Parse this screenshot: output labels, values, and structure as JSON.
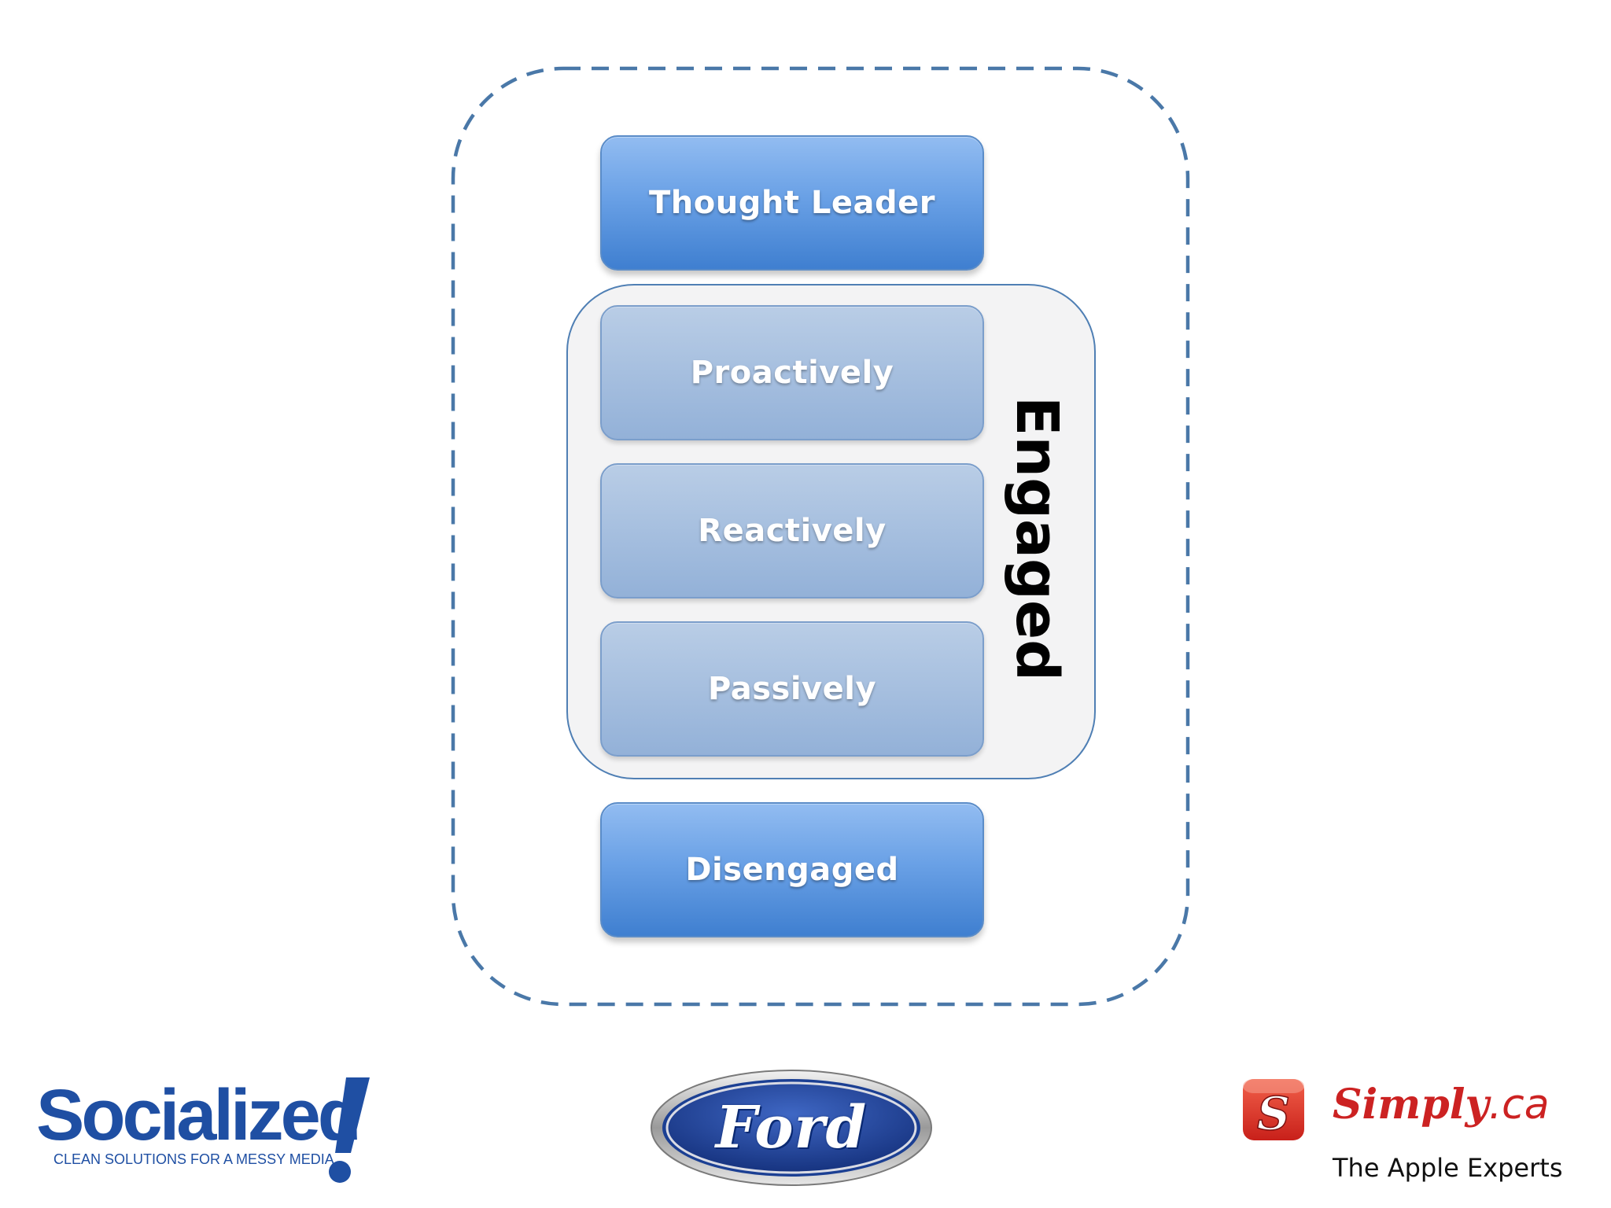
{
  "diagram": {
    "boxes": {
      "thought_leader": "Thought Leader",
      "proactively": "Proactively",
      "reactively": "Reactively",
      "passively": "Passively",
      "disengaged": "Disengaged"
    },
    "group_label": "Engaged"
  },
  "logos": {
    "socialized": {
      "name": "Socialized",
      "tagline": "CLEAN SOLUTIONS FOR A MESSY MEDIA"
    },
    "ford": {
      "name": "Ford"
    },
    "simply": {
      "name": "Simply",
      "suffix": ".ca",
      "icon_letter": "S",
      "tagline": "The Apple Experts"
    }
  },
  "colors": {
    "primary_box": "#5b95e0",
    "sub_box": "#a6bfdf",
    "dashed_border": "#4a78a8",
    "socialized_brand": "#1f4fa3",
    "simply_brand": "#cc2222",
    "ford_blue": "#1b3f93"
  }
}
